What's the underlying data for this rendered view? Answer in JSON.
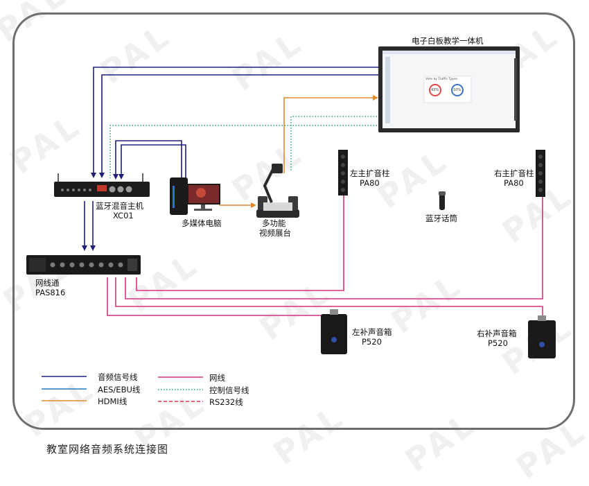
{
  "watermark": "PAL",
  "caption": "教室网络音频系统连接图",
  "devices": {
    "whiteboard": "电子白板教学一体机",
    "mixer": [
      "蓝牙混音主机",
      "XC01"
    ],
    "pc": "多媒体电脑",
    "visualizer": [
      "多功能",
      "视频展台"
    ],
    "left_column": [
      "左主扩音柱",
      "PA80"
    ],
    "right_column": [
      "右主扩音柱",
      "PA80"
    ],
    "mic": "蓝牙话筒",
    "router": [
      "网线通",
      "PAS816"
    ],
    "left_box": [
      "左补声音箱",
      "P520"
    ],
    "right_box": [
      "右补声音箱",
      "P520"
    ]
  },
  "screen": {
    "title": "Vote by Traffic Types",
    "gauge1": "43%",
    "gauge2": "10%"
  },
  "legend": [
    {
      "label": "音频信号线",
      "color": "#1e1e7a",
      "style": "solid"
    },
    {
      "label": "AES/EBU线",
      "color": "#1e7abf",
      "style": "solid"
    },
    {
      "label": "HDMI线",
      "color": "#e08a2b",
      "style": "solid"
    },
    {
      "label": "网线",
      "color": "#d9307f",
      "style": "solid"
    },
    {
      "label": "控制信号线",
      "color": "#2a9a6a",
      "style": "dotted"
    },
    {
      "label": "RS232线",
      "color": "#d9304a",
      "style": "dashed"
    }
  ]
}
